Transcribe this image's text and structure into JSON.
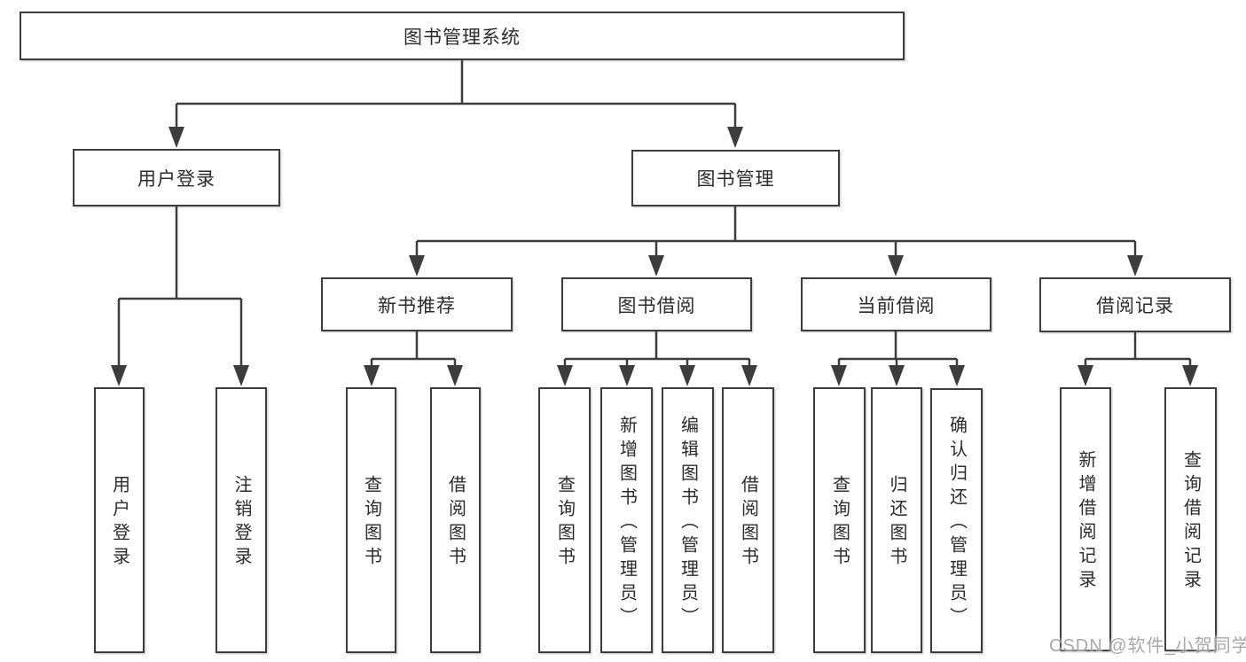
{
  "tree": {
    "root": "图书管理系统",
    "login": {
      "label": "用户登录",
      "children": [
        "用户登录",
        "注销登录"
      ]
    },
    "management": {
      "label": "图书管理",
      "groups": [
        {
          "label": "新书推荐",
          "children": [
            "查询图书",
            "借阅图书"
          ]
        },
        {
          "label": "图书借阅",
          "children": [
            "查询图书",
            "新增图书（管理员）",
            "编辑图书（管理员）",
            "借阅图书"
          ]
        },
        {
          "label": "当前借阅",
          "children": [
            "查询图书",
            "归还图书",
            "确认归还（管理员）"
          ]
        },
        {
          "label": "借阅记录",
          "children": [
            "新增借阅记录",
            "查询借阅记录"
          ]
        }
      ]
    }
  },
  "watermark": "CSDN @软件_小贺同学",
  "colors": {
    "line": "#3d3d3d",
    "text": "#2b2b2b",
    "watermark": "#9e9e9e",
    "background": "#ffffff"
  }
}
